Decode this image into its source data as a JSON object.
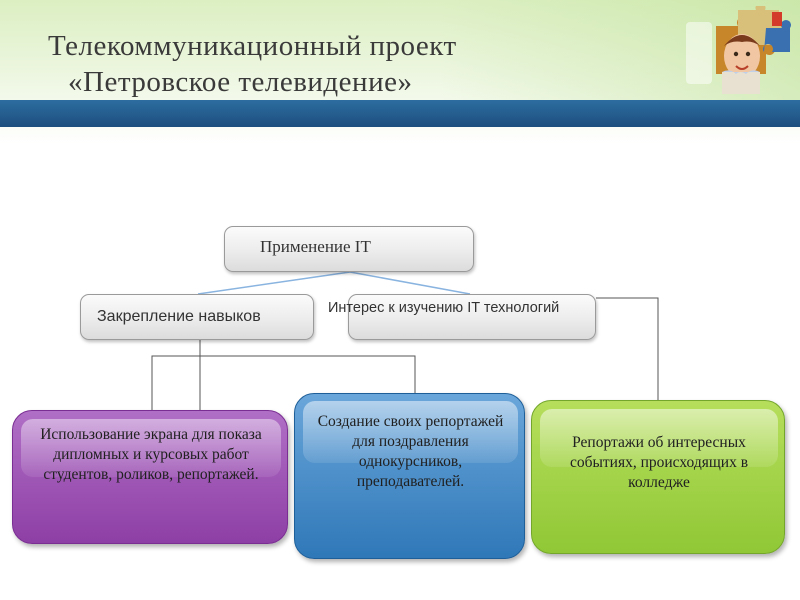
{
  "title": {
    "line1": "Телекоммуникационный проект",
    "line2": "«Петровское телевидение»"
  },
  "diagram": {
    "root": "Применение IT",
    "branches": {
      "left": "Закрепление навыков",
      "right": "Интерес к изучению IT технологий"
    },
    "cards": {
      "purple": "Использование экрана для показа дипломных и курсовых работ студентов, роликов, репортажей.",
      "blue": "Создание своих репортажей для поздравления однокурсников, преподавателей.",
      "green": "Репортажи об интересных событиях, происходящих в колледже"
    }
  },
  "colors": {
    "title_band": "#1d4f7f",
    "card_purple": "#9a4fb0",
    "card_blue": "#3f86c6",
    "card_green": "#9fd04a",
    "connector_line": "#555555",
    "arrow_line": "#8ab4e0"
  },
  "decoration": {
    "corner_image": "puzzle-pieces-with-child-photo"
  }
}
